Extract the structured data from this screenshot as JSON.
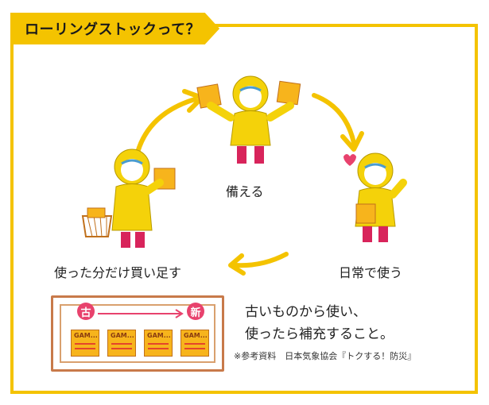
{
  "title": "ローリングストックって？",
  "steps": {
    "prepare": "備える",
    "daily": "日常で使う",
    "replenish": "使った分だけ買い足す"
  },
  "shelf": {
    "old_tag": "古",
    "new_tag": "新",
    "box_label": "GAM..."
  },
  "message": {
    "line1": "古いものから使い、",
    "line2": "使ったら補充すること。"
  },
  "source": "※参考資料　日本気象協会『トクする！防災』",
  "colors": {
    "accent": "#f4c300",
    "tag": "#e8426d",
    "box": "#f7b41c"
  }
}
